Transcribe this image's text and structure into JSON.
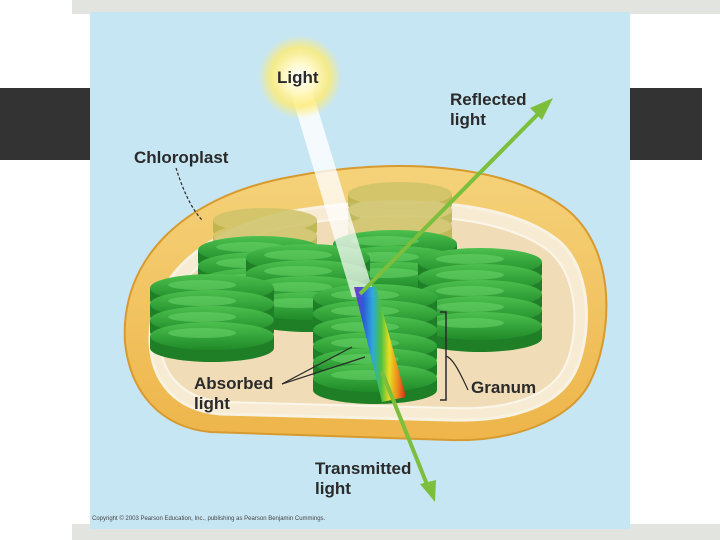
{
  "labels": {
    "light": "Light",
    "reflected_line1": "Reflected",
    "reflected_line2": "light",
    "chloroplast": "Chloroplast",
    "absorbed_line1": "Absorbed",
    "absorbed_line2": "light",
    "granum": "Granum",
    "transmitted_line1": "Transmitted",
    "transmitted_line2": "light"
  },
  "copyright": "Copyright © 2003 Pearson Education, Inc., publishing as Pearson Benjamin Cummings.",
  "colors": {
    "sky": "#c7e6f4",
    "sun_glow": "#fff3a0",
    "chloroplast_envelope": "#f2c35c",
    "stroma": "#f1dcb8",
    "thylakoid_green": "#2f9a34",
    "thylakoid_dark": "#1f7a25",
    "arrow_green": "#7bbf3c",
    "text": "#2a2a2a"
  },
  "icons": [
    "sun-icon",
    "arrow-reflected-icon",
    "arrow-transmitted-icon",
    "spectrum-icon"
  ]
}
